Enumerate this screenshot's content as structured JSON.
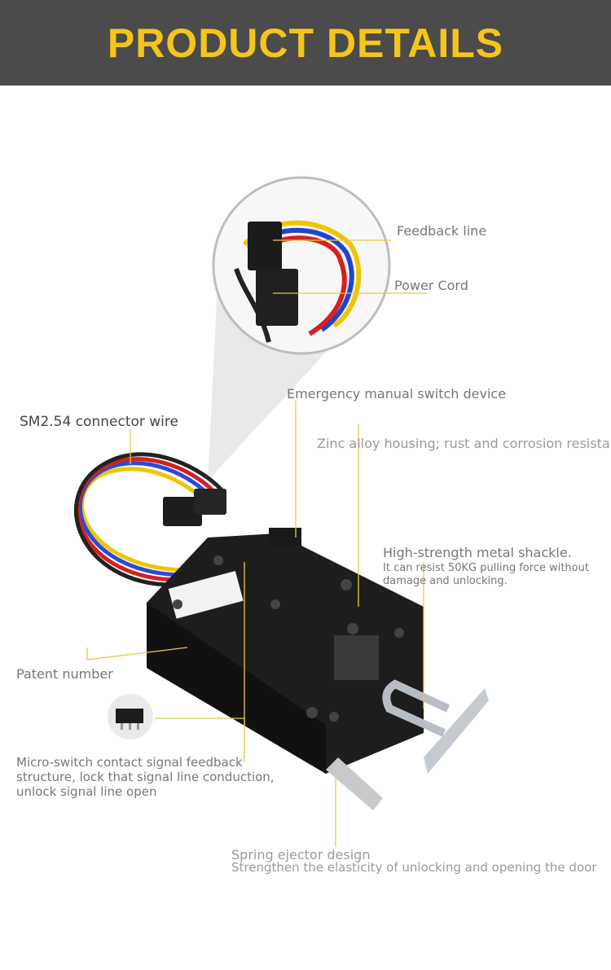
{
  "header": {
    "title": "PRODUCT DETAILS"
  },
  "colors": {
    "banner_bg": "#4b4b4b",
    "banner_text": "#f6c51b",
    "leader_line": "#e8c84a",
    "lock_body": "#1d1d1d"
  },
  "callouts": {
    "feedback_line": "Feedback line",
    "power_cord": "Power Cord",
    "emergency": "Emergency manual switch device",
    "connector": "SM2.54 connector wire",
    "zinc": "Zinc alloy housing; rust and corrosion resistant",
    "shackle_title": "High-strength metal shackle.",
    "shackle_desc_1": "It can resist 50KG pulling force without",
    "shackle_desc_2": "damage and unlocking.",
    "patent": "Patent number",
    "micro_1": "Micro-switch contact signal feedback",
    "micro_2": "structure, lock that signal line conduction,",
    "micro_3": "unlock signal line open",
    "spring_1": "Spring ejector design",
    "spring_2": "Strengthen the elasticity of unlocking and opening the door"
  }
}
